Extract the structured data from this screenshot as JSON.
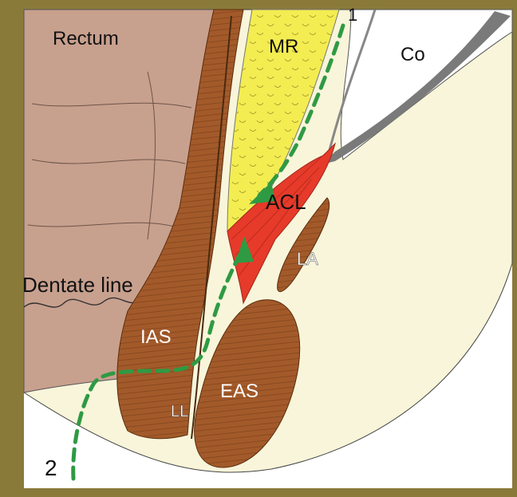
{
  "labels": {
    "rectum": "Rectum",
    "mr": "MR",
    "co": "Co",
    "acl": "ACL",
    "la": "LA",
    "dentate_line": "Dentate line",
    "ias": "IAS",
    "eas": "EAS",
    "ll": "LL",
    "path_1": "1",
    "path_2": "2"
  },
  "colors": {
    "frame": "#8a7a3a",
    "canvas": "#ffffff",
    "background_tissue": "#f8f5da",
    "rectum": "#c8a08e",
    "muscle": "#a35a2a",
    "mesorectum": "#f3ed52",
    "ligament": "#e63a2a",
    "coccyx_outline": "#7a7a7a",
    "path_arrow": "#2f9a44"
  },
  "icons": [
    "arrow-up-icon",
    "arrow-down-left-icon"
  ]
}
